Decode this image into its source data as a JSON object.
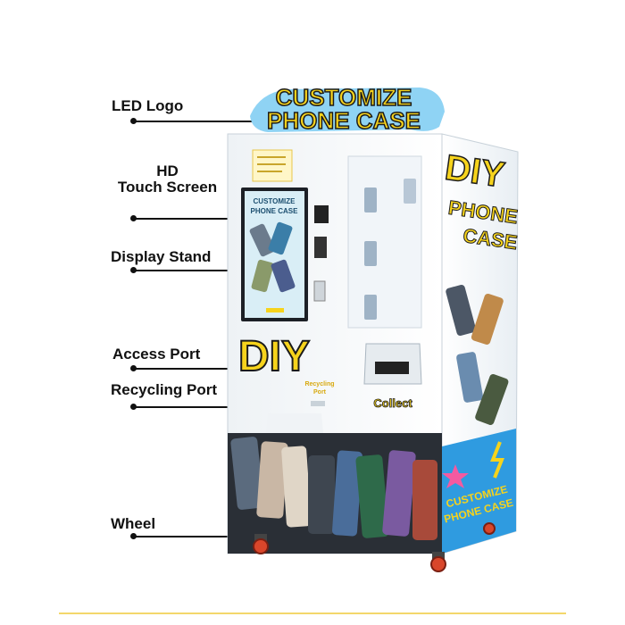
{
  "callouts": {
    "led_logo": "LED Logo",
    "hd_touch_line1": "HD",
    "hd_touch_line2": "Touch Screen",
    "display_stand": "Display Stand",
    "access_port": "Access Port",
    "recycling_port": "Recycling Port",
    "wheel": "Wheel"
  },
  "machine": {
    "sign_line1": "CUSTOMIZE",
    "sign_line2": "PHONE CASE",
    "screen_title_line1": "CUSTOMIZE",
    "screen_title_line2": "PHONE CASE",
    "front_big_text": "DIY",
    "recycling_label_line1": "Recycling",
    "recycling_label_line2": "Port",
    "collect_label": "Collect",
    "side_text_1": "DIY",
    "side_text_2": "PHONE",
    "side_text_3": "CASE",
    "side_banner_1": "CUSTOMIZE",
    "side_banner_2": "PHONE CASE"
  },
  "colors": {
    "accent_yellow": "#f6d31c",
    "sign_blue": "#8fd3f4",
    "side_blue": "#2f9be0",
    "cabinet_white": "#f7f9fb"
  }
}
